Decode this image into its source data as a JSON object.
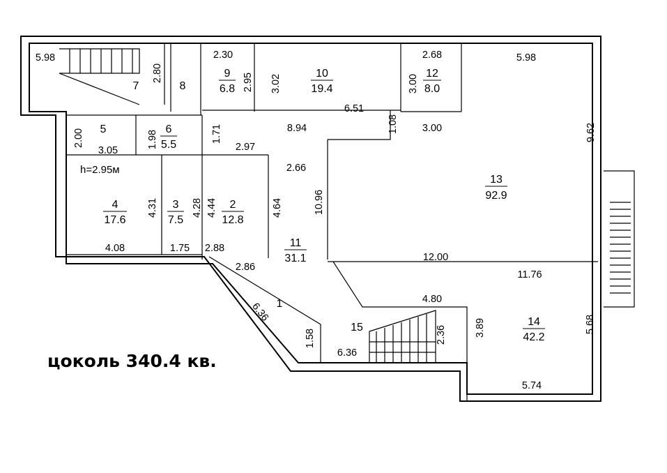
{
  "title": "цоколь 340.4 кв.",
  "ceiling_height": "h=2.95м",
  "rooms": [
    {
      "num": "7",
      "area": ""
    },
    {
      "num": "8",
      "area": ""
    },
    {
      "num": "9",
      "area": "6.8"
    },
    {
      "num": "10",
      "area": "19.4"
    },
    {
      "num": "12",
      "area": "8.0"
    },
    {
      "num": "5",
      "area": ""
    },
    {
      "num": "6",
      "area": "5.5"
    },
    {
      "num": "4",
      "area": "17.6"
    },
    {
      "num": "3",
      "area": "7.5"
    },
    {
      "num": "2",
      "area": "12.8"
    },
    {
      "num": "11",
      "area": "31.1"
    },
    {
      "num": "13",
      "area": "92.9"
    },
    {
      "num": "14",
      "area": "42.2"
    },
    {
      "num": "1",
      "area": ""
    },
    {
      "num": "15",
      "area": ""
    }
  ],
  "dimensions": [
    "5.98",
    "2.80",
    "2.30",
    "2.95",
    "3.02",
    "6.51",
    "2.68",
    "3.00",
    "5.98",
    "8.94",
    "3.00",
    "1.08",
    "9.62",
    "2.00",
    "3.05",
    "1.98",
    "1.71",
    "2.97",
    "2.66",
    "10.96",
    "4.31",
    "4.28",
    "4.44",
    "4.64",
    "4.08",
    "1.75",
    "2.88",
    "12.00",
    "11.76",
    "2.86",
    "6.36",
    "4.80",
    "3.89",
    "5.68",
    "1.58",
    "6.36",
    "2.36",
    "5.74"
  ]
}
